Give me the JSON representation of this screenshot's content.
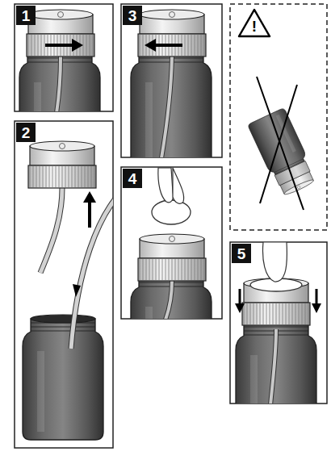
{
  "diagram": {
    "nodes": [
      {
        "text": [
          "1"
        ]
      },
      {
        "text": [
          "2"
        ]
      },
      {
        "text": [
          "3"
        ]
      },
      {
        "text": [
          "4"
        ]
      },
      {
        "text": [
          "5"
        ]
      }
    ],
    "labels": [
      "!"
    ]
  }
}
